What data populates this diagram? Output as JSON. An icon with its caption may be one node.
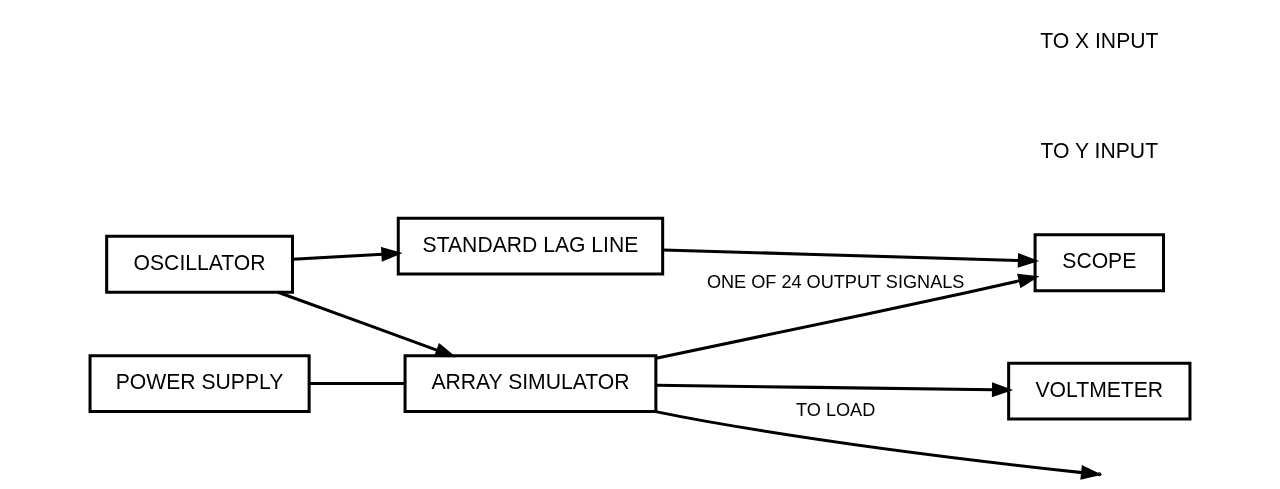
{
  "diagram": {
    "nodes": [
      {
        "text": [
          "OSCILLATOR"
        ]
      },
      {
        "text": [
          "POWER SUPPLY"
        ]
      },
      {
        "text": [
          "ARRAY SIMULATOR"
        ]
      },
      {
        "text": [
          "VOLTMETER"
        ]
      },
      {
        "text": [
          "STANDARD LAG LINE"
        ]
      },
      {
        "text": [
          "SCOPE"
        ]
      }
    ],
    "edges": [
      {
        "from": 0,
        "to": 2,
        "arrow": "to"
      },
      {
        "from": 0,
        "to": 4,
        "arrow": "to"
      },
      {
        "from": 1,
        "to": 2,
        "arrow": "none"
      },
      {
        "from": 2,
        "to": null,
        "arrow": "to",
        "label": "TO LOAD"
      },
      {
        "from": 2,
        "to": 3,
        "arrow": "to"
      },
      {
        "from": 2,
        "to": 5,
        "arrow": "to",
        "label": "ONE OF 24 OUTPUT SIGNALS"
      },
      {
        "from": 4,
        "to": 5,
        "arrow": "to"
      }
    ],
    "labels": [
      "TO Y INPUT",
      "TO X INPUT"
    ]
  }
}
